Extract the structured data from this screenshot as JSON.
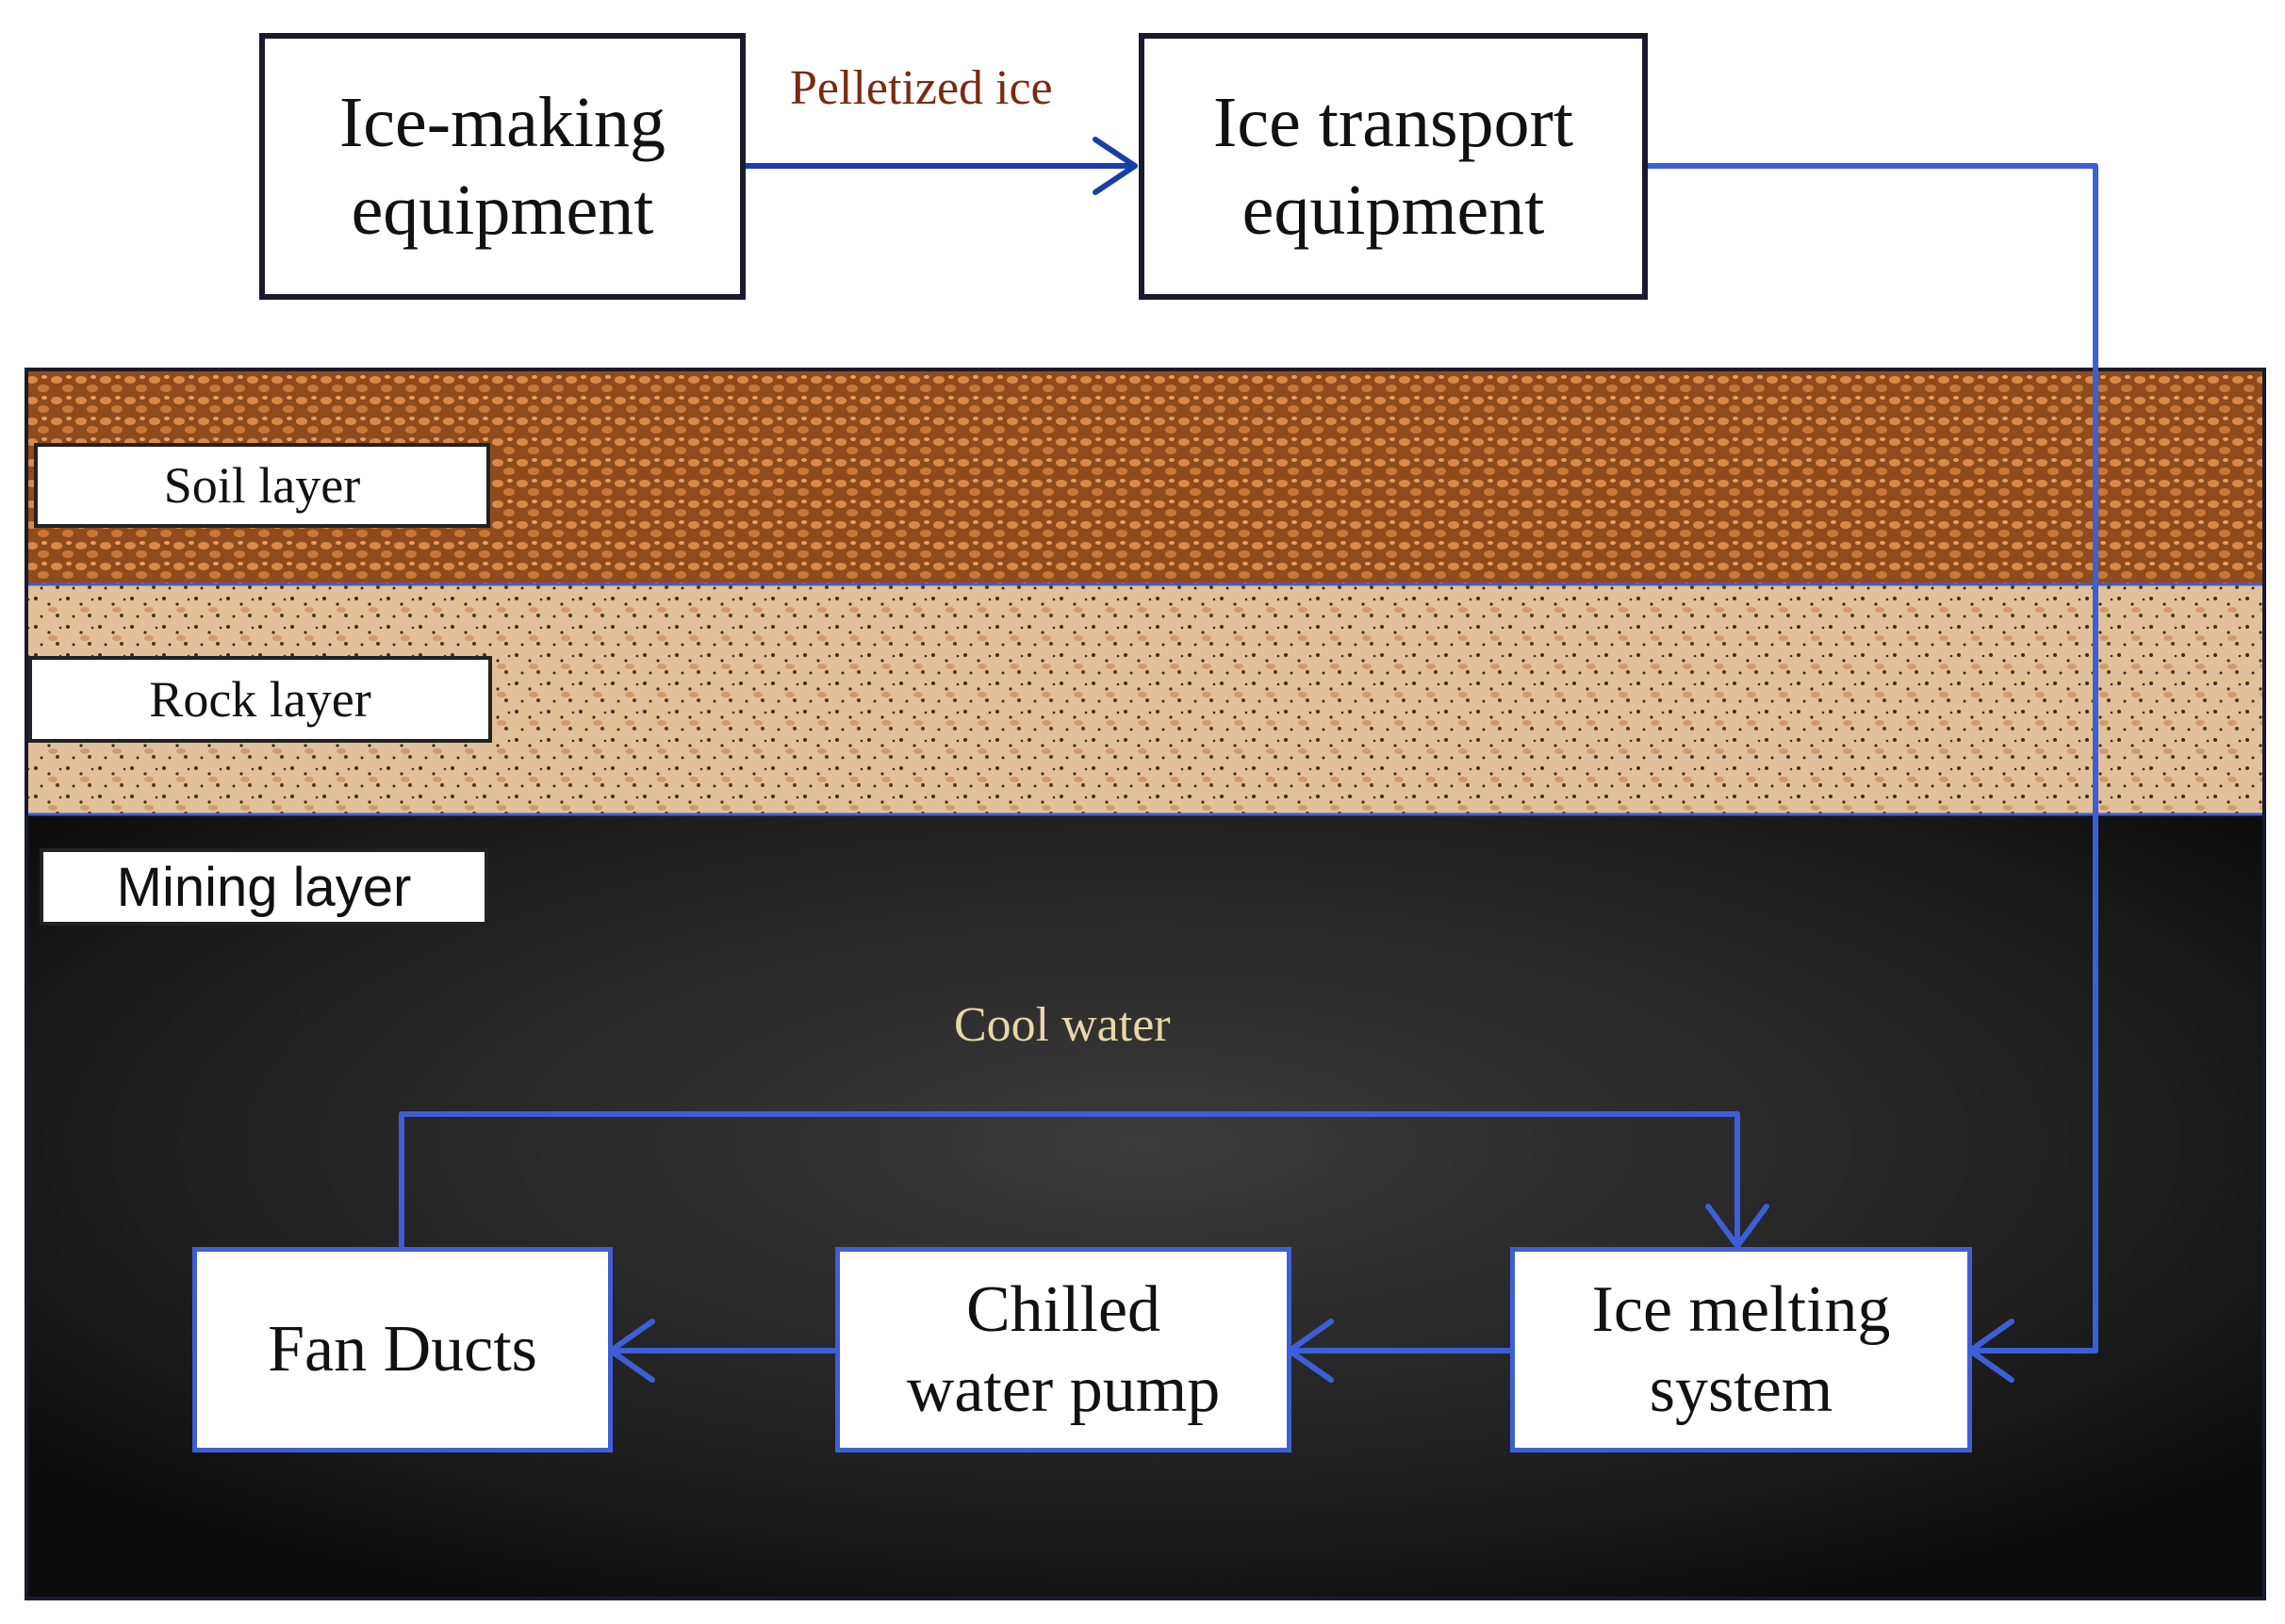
{
  "boxes": {
    "ice_making": {
      "line1": "Ice-making",
      "line2": "equipment"
    },
    "ice_transport": {
      "line1": "Ice transport",
      "line2": "equipment"
    },
    "fan_ducts": {
      "label": "Fan Ducts"
    },
    "chilled_pump": {
      "line1": "Chilled",
      "line2": "water pump"
    },
    "ice_melting": {
      "line1": "Ice melting",
      "line2": "system"
    }
  },
  "layers": {
    "soil": "Soil layer",
    "rock": "Rock layer",
    "mining": "Mining layer"
  },
  "flows": {
    "pelletized_ice": "Pelletized ice",
    "cool_water": "Cool water"
  },
  "colors": {
    "soil": "#8a4a1e",
    "rock": "#d9b48a",
    "mining": "#1c1c1c",
    "line": "#3d5fd6",
    "pelletized_label": "#7a2a12",
    "cool_water_label": "#e8d7a8"
  }
}
